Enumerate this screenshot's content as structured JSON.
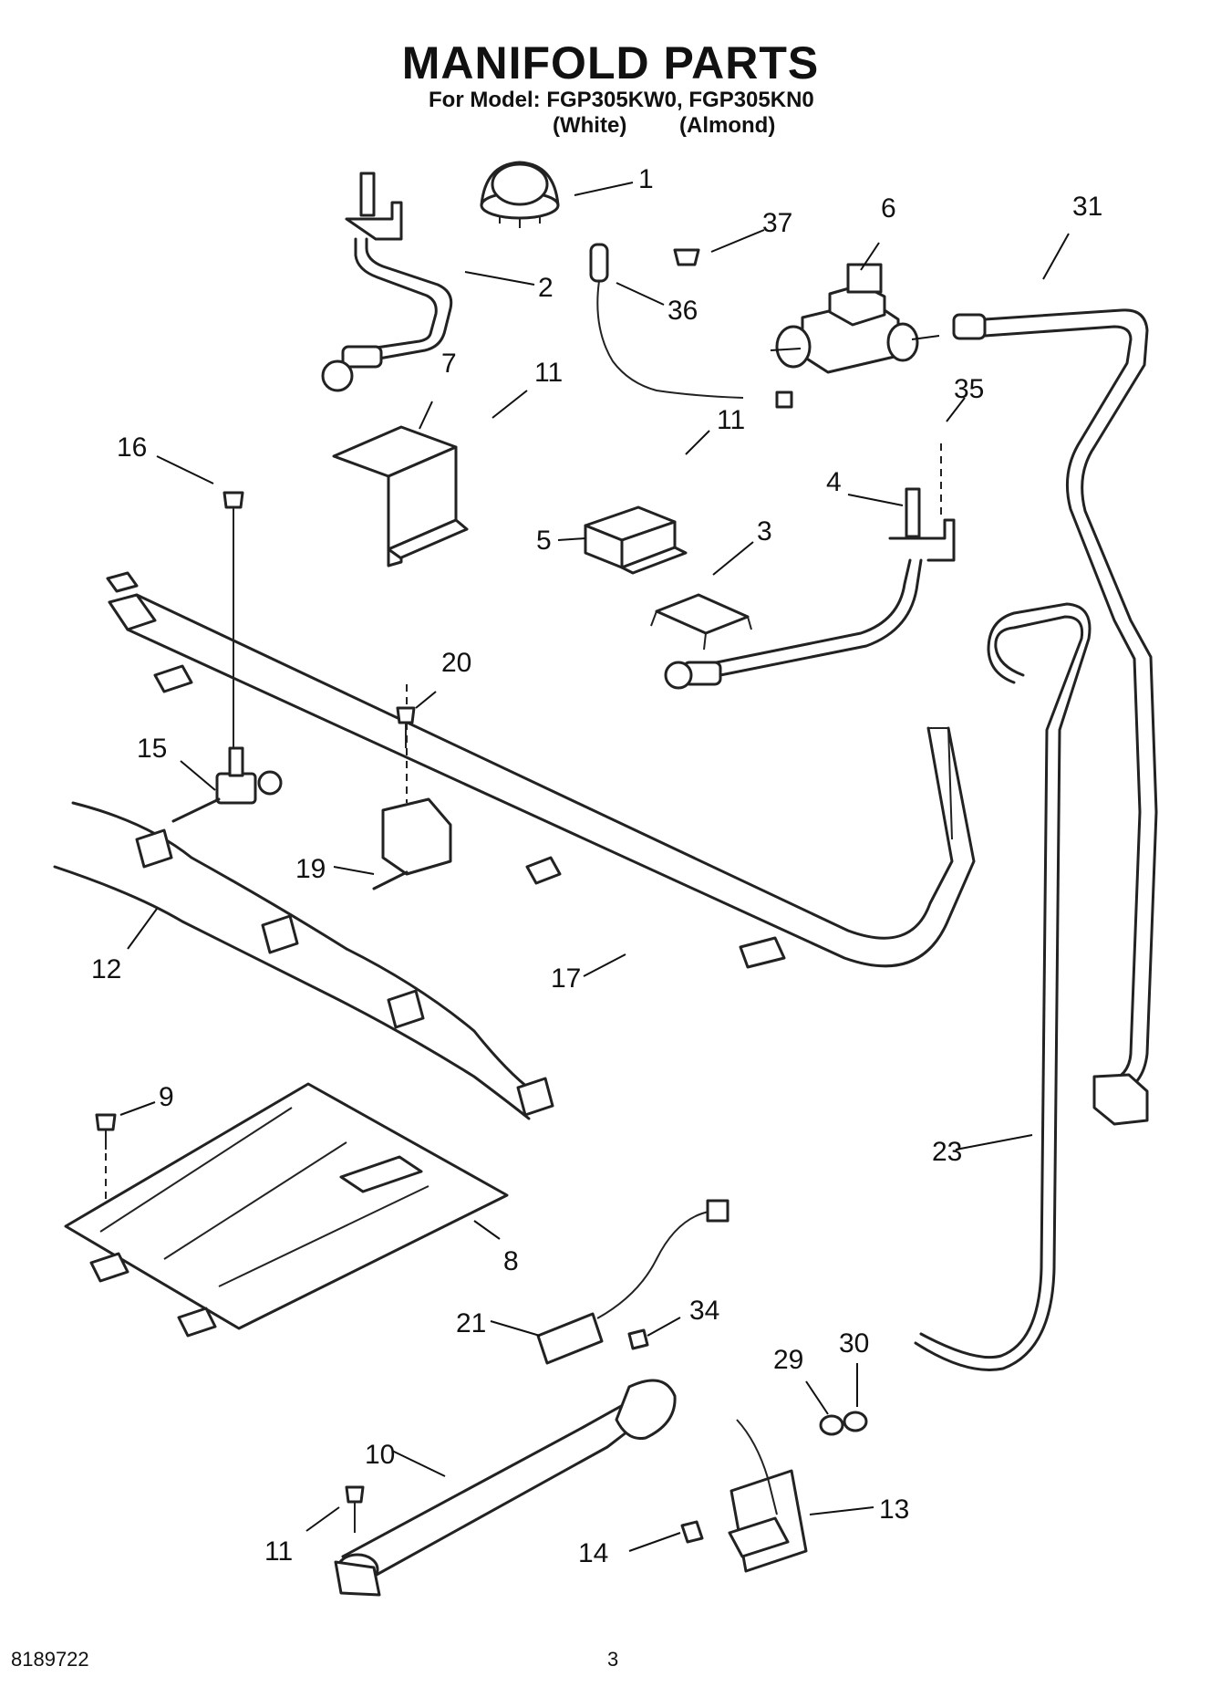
{
  "header": {
    "title": "MANIFOLD PARTS",
    "model_line": "For Model: FGP305KW0, FGP305KN0",
    "variants": [
      "(White)",
      "(Almond)"
    ]
  },
  "footer": {
    "doc_number": "8189722",
    "page_number": "3"
  },
  "callouts": [
    {
      "id": "c1",
      "label": "1"
    },
    {
      "id": "c2",
      "label": "2"
    },
    {
      "id": "c3",
      "label": "3"
    },
    {
      "id": "c4",
      "label": "4"
    },
    {
      "id": "c5",
      "label": "5"
    },
    {
      "id": "c6",
      "label": "6"
    },
    {
      "id": "c7",
      "label": "7"
    },
    {
      "id": "c8",
      "label": "8"
    },
    {
      "id": "c9",
      "label": "9"
    },
    {
      "id": "c10",
      "label": "10"
    },
    {
      "id": "c11a",
      "label": "11"
    },
    {
      "id": "c11b",
      "label": "11"
    },
    {
      "id": "c11c",
      "label": "11"
    },
    {
      "id": "c12",
      "label": "12"
    },
    {
      "id": "c13",
      "label": "13"
    },
    {
      "id": "c14",
      "label": "14"
    },
    {
      "id": "c15",
      "label": "15"
    },
    {
      "id": "c16",
      "label": "16"
    },
    {
      "id": "c17",
      "label": "17"
    },
    {
      "id": "c19",
      "label": "19"
    },
    {
      "id": "c20",
      "label": "20"
    },
    {
      "id": "c21",
      "label": "21"
    },
    {
      "id": "c23",
      "label": "23"
    },
    {
      "id": "c29",
      "label": "29"
    },
    {
      "id": "c30",
      "label": "30"
    },
    {
      "id": "c31",
      "label": "31"
    },
    {
      "id": "c34",
      "label": "34"
    },
    {
      "id": "c35",
      "label": "35"
    },
    {
      "id": "c36",
      "label": "36"
    },
    {
      "id": "c37",
      "label": "37"
    }
  ]
}
